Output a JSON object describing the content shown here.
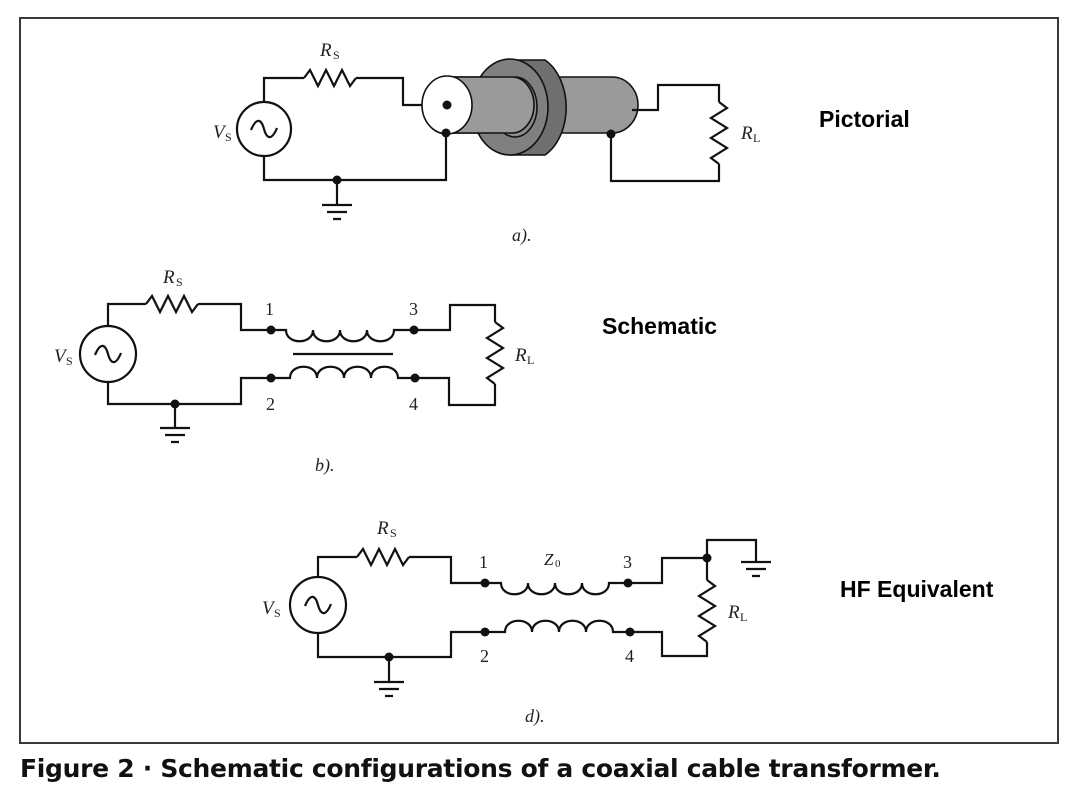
{
  "figure": {
    "caption": "Figure 2  ·  Schematic configurations of a coaxial cable transformer.",
    "sections": [
      {
        "id": "a",
        "title": "Pictorial",
        "sublabel": "a).",
        "source_label": "V",
        "source_sub": "S",
        "rs_label": "R",
        "rs_sub": "S",
        "rl_label": "R",
        "rl_sub": "L"
      },
      {
        "id": "b",
        "title": "Schematic",
        "sublabel": "b).",
        "source_label": "V",
        "source_sub": "S",
        "rs_label": "R",
        "rs_sub": "S",
        "rl_label": "R",
        "rl_sub": "L",
        "nodes": [
          "1",
          "2",
          "3",
          "4"
        ]
      },
      {
        "id": "d",
        "title": "HF Equivalent",
        "sublabel": "d).",
        "source_label": "V",
        "source_sub": "S",
        "rs_label": "R",
        "rs_sub": "S",
        "rl_label": "R",
        "rl_sub": "L",
        "z0_label": "Z",
        "z0_sub": "0",
        "nodes": [
          "1",
          "2",
          "3",
          "4"
        ]
      }
    ]
  },
  "colors": {
    "frame": "#3a3a3a",
    "wire": "#111111",
    "coax_outer": "#9a9a9a",
    "coax_ferrite": "#6f6f6f",
    "coax_face": "#ffffff"
  }
}
